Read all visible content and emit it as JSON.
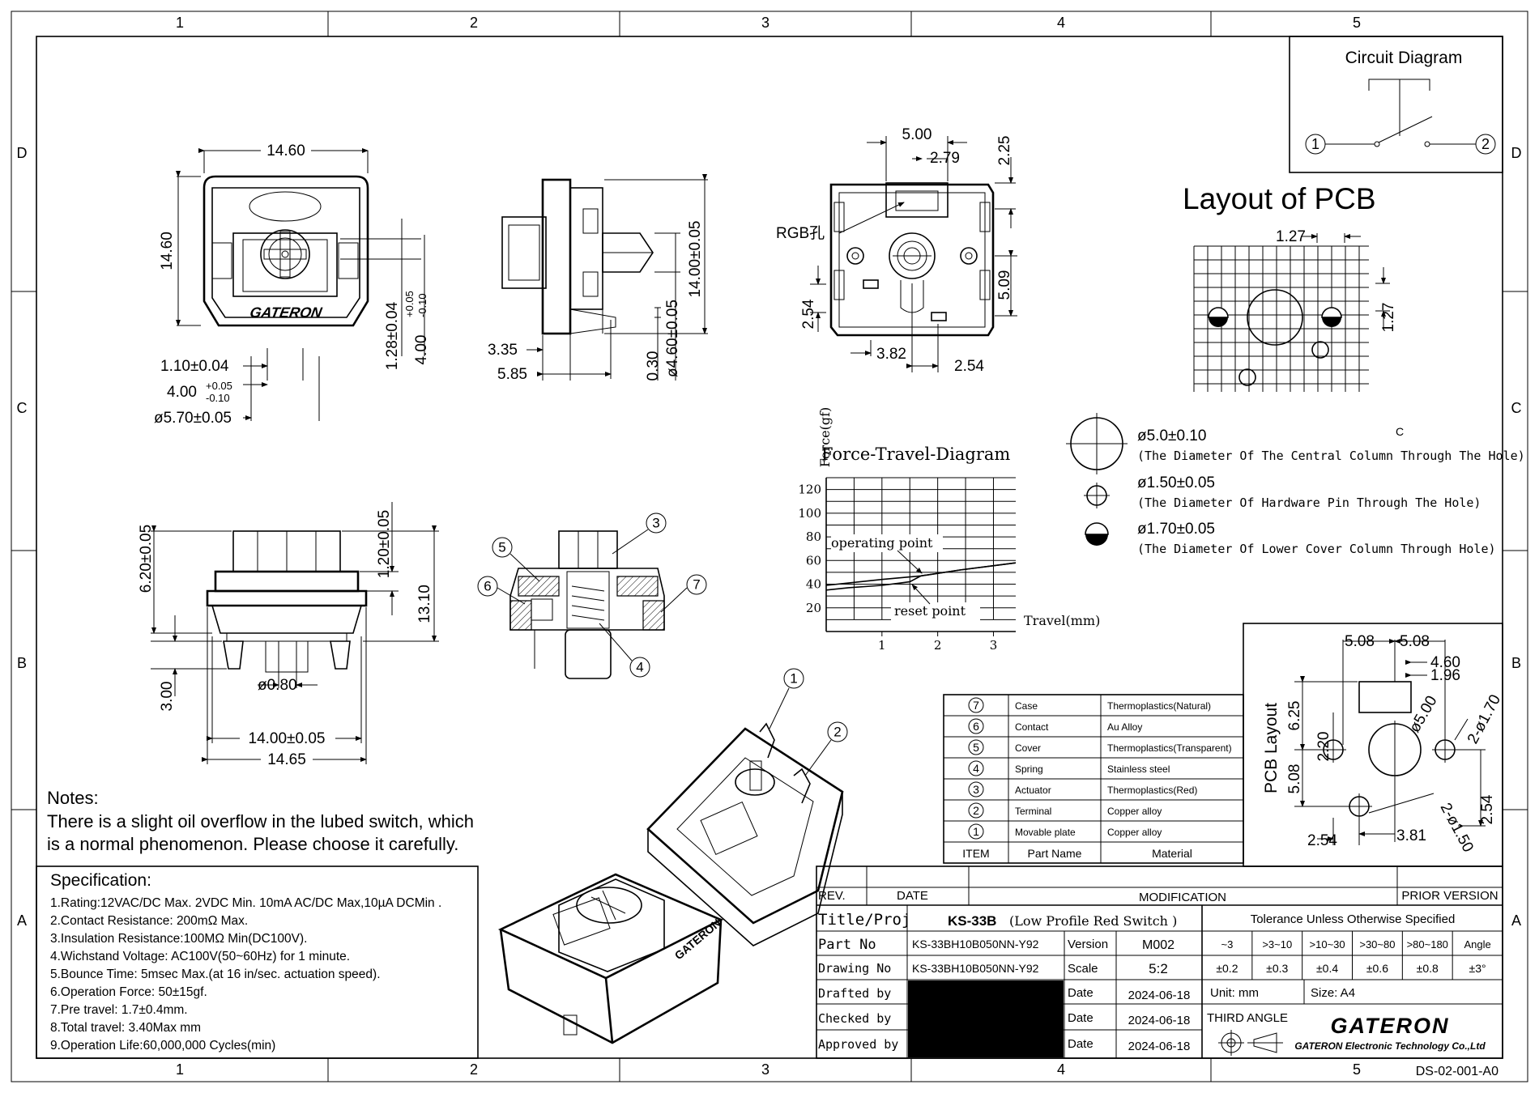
{
  "border": {
    "col_labels": [
      "1",
      "2",
      "3",
      "4",
      "5"
    ],
    "row_labels": [
      "D",
      "C",
      "B",
      "A"
    ]
  },
  "circuit": {
    "title": "Circuit Diagram",
    "pin1": "1",
    "pin2": "2"
  },
  "pcb_layout_title": "Layout of PCB",
  "top_view": {
    "dims": [
      "14.60",
      "14.60",
      "1.10±0.04",
      "4.00",
      "+0.05",
      "-0.10",
      "ø5.70±0.05",
      "1.28±0.04",
      "4.00",
      "+0.05",
      "-0.10"
    ],
    "brand": "GATERON"
  },
  "side_view": {
    "dims": [
      "14.00±0.05",
      "ø4.60±0.05",
      "0.30",
      "3.35",
      "5.85"
    ]
  },
  "bottom_view": {
    "dims": [
      "5.00",
      "2.79",
      "2.25",
      "RGB孔",
      "5.09",
      "2.54",
      "3.82",
      "2.54"
    ]
  },
  "pcb_grid": {
    "dims": [
      "1.27",
      "1.27"
    ]
  },
  "legend": {
    "items": [
      {
        "value": "ø5.0±0.10",
        "desc": "(The Diameter Of The Central Column Through The Hole)"
      },
      {
        "value": "ø1.50±0.05",
        "desc": "(The Diameter Of Hardware Pin Through The Hole)"
      },
      {
        "value": "ø1.70±0.05",
        "desc": "(The Diameter Of Lower Cover Column Through Hole)"
      }
    ],
    "c_label": "C"
  },
  "front_view": {
    "dims": [
      "6.20±0.05",
      "1.20±0.05",
      "13.10",
      "3.00",
      "ø0.80",
      "14.00±0.05",
      "14.65"
    ]
  },
  "section_view": {
    "callouts": [
      "3",
      "5",
      "6",
      "7",
      "4"
    ]
  },
  "iso_view": {
    "callouts": [
      "1",
      "2"
    ],
    "brand": "GATERON"
  },
  "chart_data": {
    "type": "line",
    "title": "Force-Travel-Diagram",
    "xlabel": "Travel(mm)",
    "ylabel": "Force(gf)",
    "x_ticks": [
      "1",
      "2",
      "3"
    ],
    "y_ticks": [
      "20",
      "40",
      "60",
      "80",
      "100",
      "120"
    ],
    "xlim": [
      0,
      3.4
    ],
    "ylim": [
      0,
      130
    ],
    "grid": true,
    "series": [
      {
        "name": "operating point",
        "x": [
          0,
          0.4,
          1.0,
          1.7,
          2.4,
          3.4
        ],
        "y": [
          39,
          41,
          44,
          47,
          52,
          58
        ]
      },
      {
        "name": "reset point",
        "x": [
          0,
          0.4,
          1.0,
          1.5,
          1.7,
          2.4,
          3.4
        ],
        "y": [
          35,
          37,
          39,
          42,
          47,
          52,
          58
        ]
      }
    ],
    "annotations": [
      "operating point",
      "reset point"
    ]
  },
  "parts_table": {
    "headers": [
      "ITEM",
      "Part Name",
      "Material"
    ],
    "rows": [
      {
        "item": "7",
        "name": "Case",
        "material": "Thermoplastics(Natural)"
      },
      {
        "item": "6",
        "name": "Contact",
        "material": "Au Alloy"
      },
      {
        "item": "5",
        "name": "Cover",
        "material": "Thermoplastics(Transparent)"
      },
      {
        "item": "4",
        "name": "Spring",
        "material": "Stainless steel"
      },
      {
        "item": "3",
        "name": "Actuator",
        "material": "Thermoplastics(Red)"
      },
      {
        "item": "2",
        "name": "Terminal",
        "material": "Copper alloy"
      },
      {
        "item": "1",
        "name": "Movable plate",
        "material": "Copper alloy"
      }
    ]
  },
  "pcb_layout_right": {
    "title": "PCB Layout",
    "dims": [
      "5.08",
      "5.08",
      "4.60",
      "1.96",
      "2-ø1.70",
      "ø5.00",
      "6.25",
      "2.20",
      "5.08",
      "2.54",
      "3.81",
      "2.54",
      "2-ø1.50"
    ]
  },
  "notes": {
    "title": "Notes:",
    "lines": [
      "There is a slight oil overflow in the lubed switch, which",
      "is a normal phenomenon. Please choose it carefully."
    ]
  },
  "spec": {
    "title": "Specification:",
    "lines": [
      "1.Rating:12VAC/DC Max. 2VDC Min. 10mA AC/DC Max,10µA DCMin .",
      "2.Contact Resistance: 200mΩ Max.",
      "3.Insulation Resistance:100MΩ Min(DC100V).",
      "4.Wichstand Voltage: AC100V(50~60Hz) for 1 minute.",
      "5.Bounce Time: 5msec Max.(at 16 in/sec. actuation speed).",
      "6.Operation Force: 50±15gf.",
      "7.Pre travel: 1.7±0.4mm.",
      "8.Total travel: 3.40Max mm",
      "9.Operation Life:60,000,000 Cycles(min)"
    ]
  },
  "title_block": {
    "rev": "REV.",
    "date_hdr": "DATE",
    "modification": "MODIFICATION",
    "prior_version": "PRIOR VERSION",
    "title_label": "Title/Proj",
    "title_value": "KS-33B",
    "title_sub": "(Low Profile Red Switch )",
    "part_label": "Part No",
    "part_value": "KS-33BH10B050NN-Y92",
    "version_label": "Version",
    "version_value": "M002",
    "drawing_label": "Drawing No",
    "drawing_value": "KS-33BH10B050NN-Y92",
    "scale_label": "Scale",
    "scale_value": "5:2",
    "drafted_label": "Drafted by",
    "checked_label": "Checked by",
    "approved_label": "Approved by",
    "date_label": "Date",
    "dates": [
      "2024-06-18",
      "2024-06-18",
      "2024-06-18"
    ],
    "tolerance_title": "Tolerance Unless Otherwise Specified",
    "tol_ranges": [
      "~3",
      ">3~10",
      ">10~30",
      ">30~80",
      ">80~180",
      "Angle"
    ],
    "tol_values": [
      "±0.2",
      "±0.3",
      "±0.4",
      "±0.6",
      "±0.8",
      "±3°"
    ],
    "unit": "Unit: mm",
    "size": "Size: A4",
    "third_angle": "THIRD ANGLE",
    "company_logo": "GATERON",
    "company_name": "GATERON Electronic Technology Co.,Ltd",
    "doc_no": "DS-02-001-A0"
  }
}
